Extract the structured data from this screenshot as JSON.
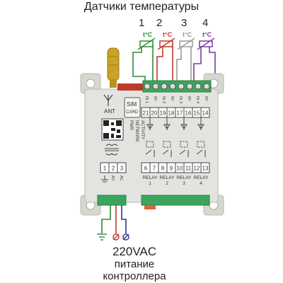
{
  "title": "Датчики температуры",
  "sensors": [
    {
      "num": "1",
      "label": "t°C",
      "color": "#2e8b3a"
    },
    {
      "num": "2",
      "label": "t°C",
      "color": "#c0392b"
    },
    {
      "num": "3",
      "label": "t°C",
      "color": "#999999"
    },
    {
      "num": "4",
      "label": "t°C",
      "color": "#7b3fa0"
    }
  ],
  "device": {
    "antenna_label": "ANT",
    "sim_label_1": "SIM",
    "sim_label_2": "CARD",
    "leds": [
      "PWR",
      "NETWORK",
      "ACTIVITY"
    ],
    "top_terminals": [
      "21",
      "20",
      "19",
      "18",
      "17",
      "16",
      "15",
      "14"
    ],
    "top_pin_labels": [
      "IN 1",
      "0V",
      "IN 2",
      "0V",
      "IN 3",
      "0V",
      "IN 4",
      "0V"
    ],
    "relay_terminals": [
      "6",
      "7",
      "8",
      "9",
      "10",
      "11",
      "12",
      "13"
    ],
    "relay_labels": [
      {
        "name": "RELAY",
        "num": "1"
      },
      {
        "name": "RELAY",
        "num": "2"
      },
      {
        "name": "RELAY",
        "num": "3"
      },
      {
        "name": "RELAY",
        "num": "4"
      }
    ],
    "power_terminals": [
      "1",
      "2",
      "3"
    ],
    "power_pin_labels": [
      "AC",
      "AC"
    ]
  },
  "power": {
    "line1": "220VAC",
    "line2": "питание",
    "line3": "контроллера"
  },
  "colors": {
    "green": "#2e8b3a",
    "red": "#c0392b",
    "grey": "#999999",
    "purple": "#7b3fa0",
    "blue": "#2b3a8c",
    "case": "#e3e3df",
    "terminal": "#3ba55c",
    "antenna": "#c9a227"
  }
}
